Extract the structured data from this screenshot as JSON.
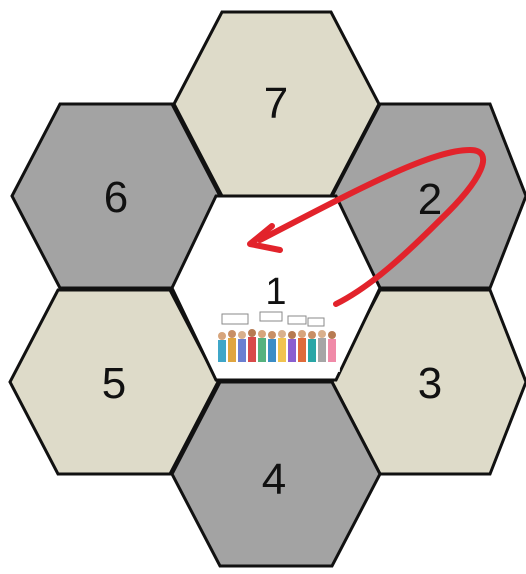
{
  "colors": {
    "beige": "#dedbc9",
    "grey": "#a3a3a3",
    "center": "#ffffff",
    "stroke": "#111111",
    "arrow": "#e2232b"
  },
  "hexes": [
    {
      "id": "1",
      "label": "1",
      "fill": "center"
    },
    {
      "id": "2",
      "label": "2",
      "fill": "grey"
    },
    {
      "id": "3",
      "label": "3",
      "fill": "beige"
    },
    {
      "id": "4",
      "label": "4",
      "fill": "grey"
    },
    {
      "id": "5",
      "label": "5",
      "fill": "beige"
    },
    {
      "id": "6",
      "label": "6",
      "fill": "grey"
    },
    {
      "id": "7",
      "label": "7",
      "fill": "beige"
    }
  ],
  "center_image": {
    "description_icon": "crowd-protest-illustration-icon"
  },
  "arrow": {
    "from": "2",
    "to": "1",
    "icon": "curved-arrow-icon"
  }
}
